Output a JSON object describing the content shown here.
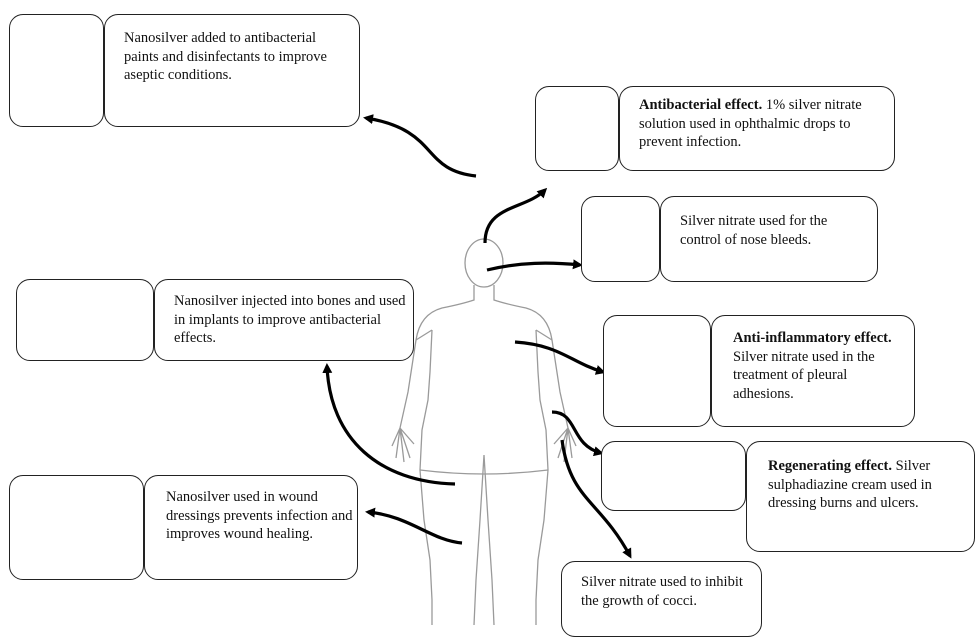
{
  "callouts": {
    "antiseptic": {
      "text": "Nanosilver added to antibacterial paints and disinfectants to improve aseptic conditions.",
      "icon": "globe-leaves-icon"
    },
    "eye": {
      "bold": "Antibacterial effect.",
      "text": " 1% silver nitrate solution used in ophthalmic drops to prevent infection.",
      "icon": "eye-icon"
    },
    "nose": {
      "text": "Silver nitrate used for the control of nose bleeds.",
      "icon": "nose-icon"
    },
    "bone": {
      "text": "Nanosilver injected into bones and used in implants to improve antibacterial effects.",
      "icon": "bone-icon"
    },
    "lungs": {
      "bold": "Anti-inflammatory effect.",
      "text": " Silver nitrate used in the treatment of pleural adhesions.",
      "icon": "lungs-icon"
    },
    "hand": {
      "bold": "Regenerating effect.",
      "text": " Silver sulphadiazine cream used in dressing burns and ulcers.",
      "icon": "bandaged-hand-icon"
    },
    "wound": {
      "text": "Nanosilver used in wound dressings prevents infection and improves wound healing.",
      "icon": "wound-dressing-icon"
    },
    "cocci": {
      "text": "Silver nitrate used to inhibit the growth of cocci."
    }
  }
}
